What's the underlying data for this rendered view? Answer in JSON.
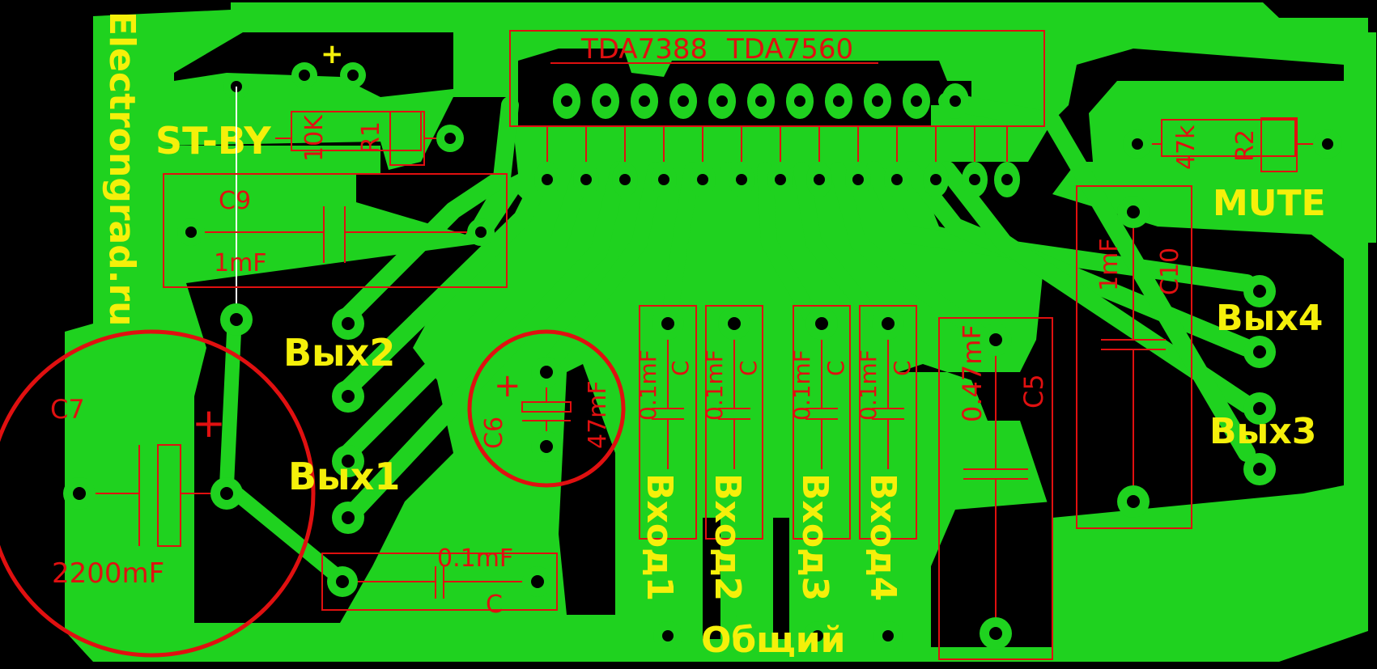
{
  "board": {
    "site_label": "Electrongrad.ru",
    "chip_label_1": "TDA7388",
    "chip_label_2": "TDA7560",
    "plus_sign": "+",
    "standby_label": "ST-BY",
    "mute_label": "MUTE",
    "ground_label": "Общий"
  },
  "outputs": [
    {
      "id": "out1",
      "label": "Вых1"
    },
    {
      "id": "out2",
      "label": "Вых2"
    },
    {
      "id": "out3",
      "label": "Вых3"
    },
    {
      "id": "out4",
      "label": "Вых4"
    }
  ],
  "inputs": [
    {
      "id": "in1",
      "label": "Вход1"
    },
    {
      "id": "in2",
      "label": "Вход2"
    },
    {
      "id": "in3",
      "label": "Вход3"
    },
    {
      "id": "in4",
      "label": "Вход4"
    }
  ],
  "components": {
    "r1": {
      "ref": "R1",
      "value": "10K"
    },
    "r2": {
      "ref": "R2",
      "value": "47k"
    },
    "c5": {
      "ref": "C5",
      "value": "0.47mF"
    },
    "c6": {
      "ref": "C6",
      "value": "47mF",
      "polarity": "+"
    },
    "c7": {
      "ref": "C7",
      "value": "2200mF",
      "polarity": "+"
    },
    "c9": {
      "ref": "C9",
      "value": "1mF"
    },
    "c10": {
      "ref": "C10",
      "value": "1mF"
    },
    "c_bottom": {
      "ref": "C",
      "value": "0.1mF"
    },
    "c_in1": {
      "ref": "C",
      "value": "0.1mF"
    },
    "c_in2": {
      "ref": "C",
      "value": "0.1mF"
    },
    "c_in3": {
      "ref": "C",
      "value": "0.1mF"
    },
    "c_in4": {
      "ref": "C",
      "value": "0.1mF"
    }
  },
  "colors": {
    "copper": "#1fd21f",
    "silkscreen_text": "#f5f00a",
    "component_outline": "#e01010",
    "background": "#000000"
  }
}
